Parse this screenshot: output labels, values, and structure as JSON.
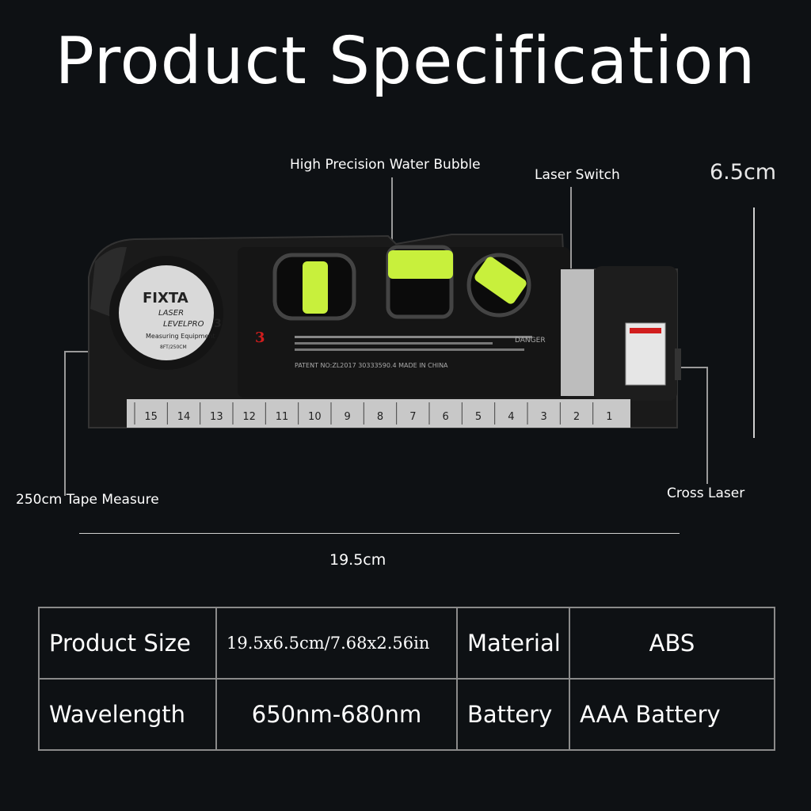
{
  "title": "Product Specification",
  "callouts": {
    "water_bubble": "High Precision Water Bubble",
    "laser_switch": "Laser Switch",
    "tape_measure": "250cm Tape Measure",
    "cross_laser": "Cross Laser"
  },
  "dimensions": {
    "height": "6.5cm",
    "width": "19.5cm"
  },
  "product": {
    "brand": "FIXTA",
    "line1": "LASER",
    "model": "LEVELPRO",
    "model_num": "3",
    "subtitle": "Measuring Equipment",
    "tape_spec": "8FT/250CM",
    "side_number": "3",
    "danger_text": "DANGER",
    "patent_text": "PATENT NO:ZL2017 30333590.4  MADE IN CHINA",
    "ruler_numbers": [
      "15",
      "14",
      "13",
      "12",
      "11",
      "10",
      "9",
      "8",
      "7",
      "6",
      "5",
      "4",
      "3",
      "2",
      "1"
    ]
  },
  "specs": {
    "rows": [
      {
        "label1": "Product Size",
        "value1": "19.5x6.5cm/7.68x2.56in",
        "label2": "Material",
        "value2": "ABS"
      },
      {
        "label1": "Wavelength",
        "value1": "650nm-680nm",
        "label2": "Battery",
        "value2": "AAA Battery"
      }
    ]
  },
  "colors": {
    "background": "#0e1114",
    "body": "#1b1b1b",
    "bubble": "#c8f03c",
    "label_silver": "#d9d9d9",
    "ruler": "#c8c8c8",
    "accent_red": "#d11d1d"
  }
}
